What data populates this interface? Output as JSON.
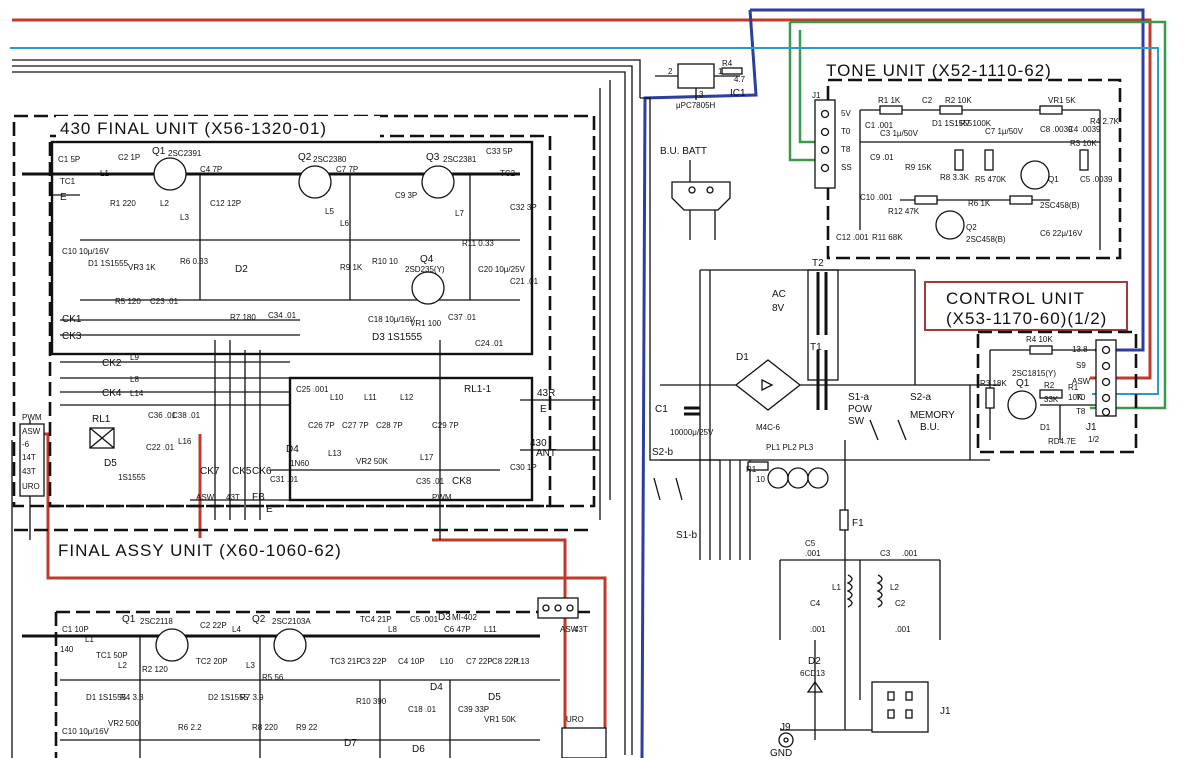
{
  "units": {
    "final_430": "430 FINAL UNIT (X56-1320-01)",
    "final_assy": "FINAL ASSY UNIT (X60-1060-62)",
    "tone": "TONE UNIT (X52-1110-62)",
    "control_line1": "CONTROL UNIT",
    "control_line2": "(X53-1170-60)(1/2)"
  },
  "top": {
    "ic1": "IC1",
    "ic1_part": "μPC7805H",
    "r4": "R4",
    "r4_val": "4.7",
    "pin1": "1",
    "pin2": "2",
    "pin3": "3",
    "bu_batt": "B.U. BATT"
  },
  "power": {
    "t2": "T2",
    "t1": "T1",
    "ac": "AC",
    "ac_v": "8V",
    "d1": "D1",
    "d1_part": "M4C-6",
    "c1": "C1",
    "c1_val": "10000μ/25V",
    "s1a_1": "S1-a",
    "s1a_2": "POW",
    "s1a_3": "SW",
    "s2a_1": "S2-a",
    "s2a_2": "MEMORY",
    "s2a_3": "B.U.",
    "s2b": "S2-b",
    "s1b": "S1-b",
    "r1": "R1",
    "r1_val": "10",
    "pl": "PL1 PL2 PL3",
    "f1": "F1",
    "c5": "C5",
    "c5_val": ".001",
    "c3": "C3",
    "c3_val": ".001",
    "l1": "L1",
    "l2": "L2",
    "c4": "C4",
    "c4_val": ".001",
    "c2": "C2",
    "c2_val": ".001",
    "d2": "D2",
    "d2_part": "6CD13",
    "j1": "J1",
    "j9": "J9",
    "gnd": "GND"
  },
  "control": {
    "r4": "R4 10K",
    "r3": "R3 18K",
    "q1": "Q1",
    "q1_part": "2SC1815(Y)",
    "r2": "R2",
    "r2_val": "33K",
    "r1": "R1",
    "r1_val": "10K",
    "d1": "D1",
    "d1_part": "RD4.7E",
    "j1": "J1",
    "j1_sub": "1/2",
    "pins": [
      "13.8",
      "S9",
      "ASW",
      "T0",
      "T8"
    ]
  },
  "tone": {
    "j1": "J1",
    "pins": [
      "5V",
      "T0",
      "T8",
      "SS"
    ],
    "r1": "R1 1K",
    "c2": "C2",
    "r2": "R2 10K",
    "vr1": "VR1 5K",
    "c1": "C1 .001",
    "c3": "C3 1μ/50V",
    "d1": "D1 1S1555",
    "r7": "R7 100K",
    "c7": "C7 1μ/50V",
    "c8": "C8 .0039",
    "c4": "C4 .0039",
    "r3": "R3 10K",
    "r4": "R4 2.7K",
    "c9": "C9 .01",
    "r9": "R9 15K",
    "r8": "R8 3.3K",
    "r5": "R5 470K",
    "q1": "Q1",
    "c5": "C5 .0039",
    "q1_part": "2SC458(B)",
    "c10": "C10 .001",
    "r12": "R12 47K",
    "r6": "R6 1K",
    "c12": "C12 .001",
    "r11": "R11 68K",
    "q2": "Q2",
    "q2_part": "2SC458(B)",
    "c6": "C6 22μ/16V"
  },
  "final430": {
    "c1": "C1 5P",
    "c2": "C2 1P",
    "q1": "Q1",
    "q1_part": "2SC2391",
    "c4": "C4 7P",
    "q2": "Q2",
    "q2_part": "2SC2380",
    "c7": "C7 7P",
    "q3": "Q3",
    "q3_part": "2SC2381",
    "c33": "C33 5P",
    "tc1": "TC1",
    "tc2": "TC2",
    "c32": "C32 3P",
    "e": "E",
    "r1": "R1 220",
    "l1": "L1",
    "l2": "L2",
    "l3": "L3",
    "l5": "L5",
    "l6": "L6",
    "l7": "L7",
    "c12": "C12 12P",
    "c9": "C9 3P",
    "c10": "C10 10μ/16V",
    "d1": "D1 1S1555",
    "vr3": "VR3 1K",
    "r6": "R6 0.33",
    "d2": "D2",
    "q4": "Q4",
    "q4_part": "2SD235(Y)",
    "r9": "R9 1K",
    "r10": "R10 10",
    "r11": "R11 0.33",
    "c20": "C20 10μ/25V",
    "c21": "C21 .01",
    "r5": "R5 120",
    "c23": "C23 .01",
    "ck1": "CK1",
    "ck3": "CK3",
    "r7": "R7 180",
    "c34": "C34 .01",
    "c18": "C18 10μ/16V",
    "d3": "D3 1S1555",
    "vr1": "VR1 100",
    "c37": "C37 .01",
    "c24": "C24 .01",
    "ck2": "CK2",
    "l9": "L9",
    "l8": "L8",
    "ck4": "CK4",
    "l14": "L14",
    "c36": "C36 .01",
    "c38": "C38 .01",
    "c25": "C25 .001",
    "l10": "L10",
    "l11": "L11",
    "l12": "L12",
    "rl11": "RL1-1",
    "c26": "C26 7P",
    "c27": "C27 7P",
    "c28": "C28 7P",
    "c29": "C29 7P",
    "r43": "43R",
    "e2": "E",
    "a430": "430",
    "ant": "ANT",
    "c30": "C30 1P",
    "d4": "D4",
    "d4_part": "1N60",
    "l13": "L13",
    "vr2": "VR2 50K",
    "l17": "L17",
    "c35": "C35 .01",
    "ck8": "CK8",
    "rl1": "RL1",
    "d5": "D5",
    "d5_part": "1S1555",
    "c22": "C22 .01",
    "l16": "L16",
    "ck7": "CK7",
    "ck5": "CK5",
    "ck6": "CK6",
    "c31": "C31 .01",
    "fb": "FB",
    "asw": "ASW",
    "t43": "43T",
    "pwm": "PWM",
    "pwr_e": "E"
  },
  "connector": {
    "pins": [
      "PWM",
      "ASW",
      "-6",
      "14T",
      "43T",
      "URO"
    ]
  },
  "assy": {
    "c1": "C1 10P",
    "q1": "Q1",
    "q1_part": "2SC2118",
    "c2": "C2 22P",
    "l4": "L4",
    "q2": "Q2",
    "q2_part": "2SC2103A",
    "tc4": "TC4 21P",
    "c5": "C5 .001",
    "d3": "D3",
    "d3_part": "MI-402",
    "c6": "C6 47P",
    "l11": "L11",
    "l1": "L1",
    "tc1": "TC1 50P",
    "l2": "L2",
    "r2": "R2 120",
    "tc2": "TC2 20P",
    "l3": "L3",
    "r5": "R5 56",
    "tc3": "TC3 21P",
    "c3": "C3 22P",
    "c4": "C4 10P",
    "l8": "L8",
    "l10": "L10",
    "c7": "C7 22P",
    "c8": "C8 22P",
    "l13": "L13",
    "d1": "D1 1S1555",
    "r4": "R4 3.3",
    "d2": "D2 1S1555",
    "r7": "R7 3.9",
    "vr2": "VR2 500",
    "r6": "R6 2.2",
    "r8": "R8 220",
    "r9": "R9 22",
    "c10": "C10 10μ/16V",
    "r10": "R10 390",
    "c18": "C18 .01",
    "d4": "D4",
    "c39": "C39 33P",
    "d5": "D5",
    "vr": "VR1 50K",
    "d7": "D7",
    "d6": "D6",
    "c140": "140",
    "asw": "ASW",
    "t43": "43T",
    "uro": "URO"
  },
  "colors": {
    "red_wire": "#c0392b",
    "blue_wire": "#2c3e9e",
    "green_wire": "#3a9a4a",
    "cyan_wire": "#2a9bc8",
    "box_red": "#a33a3a"
  }
}
